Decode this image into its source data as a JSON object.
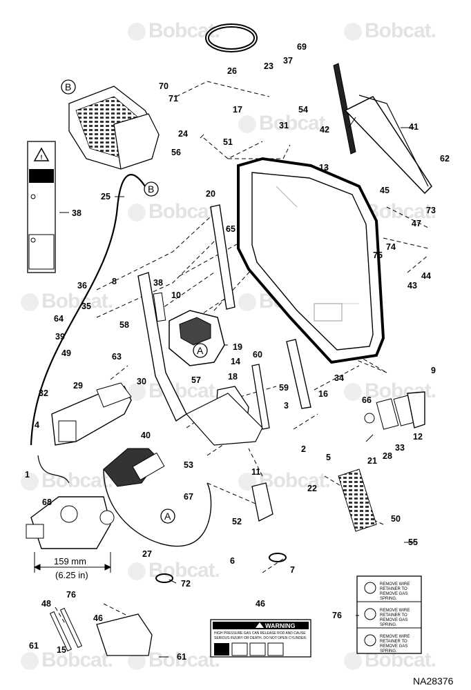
{
  "brand": {
    "watermark": "Bobcat."
  },
  "figure_ref": "NA28376",
  "dimension": {
    "metric": "159 mm",
    "imperial": "(6.25 in)"
  },
  "warning_decal": {
    "title": "WARNING",
    "lines": [
      "HIGH PRESSURE GAS CAN RELEASE ROD AND CAUSE",
      "SERIOUS INJURY OR DEATH. DO NOT OPEN CYLINDER."
    ]
  },
  "gas_spring_decal": {
    "label": "REMOVE WIRE\nRETAINER TO\nREMOVE GAS\nSPRING."
  },
  "callouts": {
    "c1": "1",
    "c2": "2",
    "c3": "3",
    "c4": "4",
    "c5": "5",
    "c6": "6",
    "c7": "7",
    "c8": "8",
    "c9": "9",
    "c10": "10",
    "c11": "11",
    "c12": "12",
    "c13": "13",
    "c14": "14",
    "c15": "15",
    "c16": "16",
    "c17": "17",
    "c18": "18",
    "c19": "19",
    "c20": "20",
    "c21": "21",
    "c22": "22",
    "c23": "23",
    "c24": "24",
    "c25": "25",
    "c26": "26",
    "c27": "27",
    "c28": "28",
    "c29": "29",
    "c30": "30",
    "c31": "31",
    "c32": "32",
    "c33": "33",
    "c34": "34",
    "c35": "35",
    "c36": "36",
    "c37": "37",
    "c38a": "38",
    "c38b": "38",
    "c39": "39",
    "c40": "40",
    "c41": "41",
    "c42": "42",
    "c43": "43",
    "c44": "44",
    "c45": "45",
    "c46a": "46",
    "c46b": "46",
    "c47": "47",
    "c48": "48",
    "c49": "49",
    "c50": "50",
    "c51": "51",
    "c52": "52",
    "c53": "53",
    "c54": "54",
    "c55": "55",
    "c56": "56",
    "c57": "57",
    "c58": "58",
    "c59": "59",
    "c60": "60",
    "c61a": "61",
    "c61b": "61",
    "c62": "62",
    "c63": "63",
    "c64": "64",
    "c65": "65",
    "c66": "66",
    "c67": "67",
    "c68": "68",
    "c69": "69",
    "c70": "70",
    "c71": "71",
    "c72": "72",
    "c73": "73",
    "c74": "74",
    "c75": "75",
    "c76a": "76",
    "c76b": "76",
    "refA1": "A",
    "refA2": "A",
    "refB1": "B",
    "refB2": "B"
  }
}
